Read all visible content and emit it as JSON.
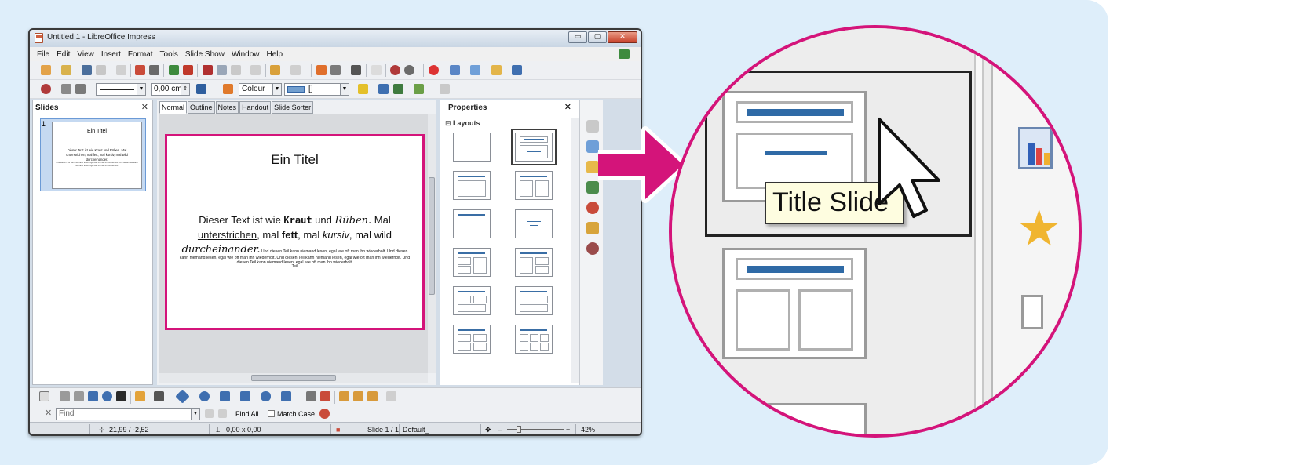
{
  "window": {
    "title": "Untitled 1 - LibreOffice Impress",
    "controls": {
      "minimize": "▭",
      "maximize": "▢",
      "close": "✕"
    }
  },
  "menu": [
    "File",
    "Edit",
    "View",
    "Insert",
    "Format",
    "Tools",
    "Slide Show",
    "Window",
    "Help"
  ],
  "toolbar2": {
    "line_width": "0,00 cm",
    "area_style": "Colour",
    "area_color_name": "[]"
  },
  "slides_pane": {
    "title": "Slides",
    "close": "✕",
    "thumbnail": {
      "number": "1",
      "title": "Ein Titel",
      "body": "Dieser Text ist wie Kraut und Rüben. Mal unterstrichen, mal fett, mal kursiv, mal wild durcheinander.",
      "small": "Und diesen Teil kann niemand lesen, egal wie oft man ihn wiederholt. Und diesen Teil kann niemand lesen, egal wie oft man ihn wiederholt."
    }
  },
  "view_tabs": [
    "Normal",
    "Outline",
    "Notes",
    "Handout",
    "Slide Sorter"
  ],
  "slide": {
    "title": "Ein Titel",
    "body": {
      "p1": "Dieser Text ist wie ",
      "kraut": "Kraut",
      "p2": " und ",
      "rueben": "Rüben.",
      "p3": " Mal ",
      "underline": "unterstrichen",
      "p4": ", mal ",
      "bold": "fett",
      "p5": ", mal ",
      "italic": "kursiv",
      "p6": ", mal wild ",
      "mixed": "durcheinander.",
      "small_inline": " Und diesen Teil kann niemand lesen, egal wie oft man ihn wiederholt. Und diesen Teil"
    },
    "small_text": "kann niemand lesen, egal wie oft man ihn wiederholt. Und diesen Teil kann niemand lesen, egal wie oft man ihn wiederholt. Und diesen Teil kann niemand lesen, egal wie oft man ihn wiederholt."
  },
  "properties": {
    "title": "Properties",
    "close": "✕",
    "section": "Layouts"
  },
  "find_bar": {
    "placeholder": "Find",
    "close": "✕",
    "find_all": "Find All",
    "match_case": "Match Case"
  },
  "status_bar": {
    "position": "21,99 / -2,52",
    "size": "0,00 x 0,00",
    "slide": "Slide 1 / 1",
    "master": "Default_",
    "zoom": "42%"
  },
  "magnifier": {
    "tooltip": "Title Slide"
  },
  "colors": {
    "accent": "#d4147a",
    "layout_bar": "#2f6aa6",
    "background": "#deeefa"
  }
}
